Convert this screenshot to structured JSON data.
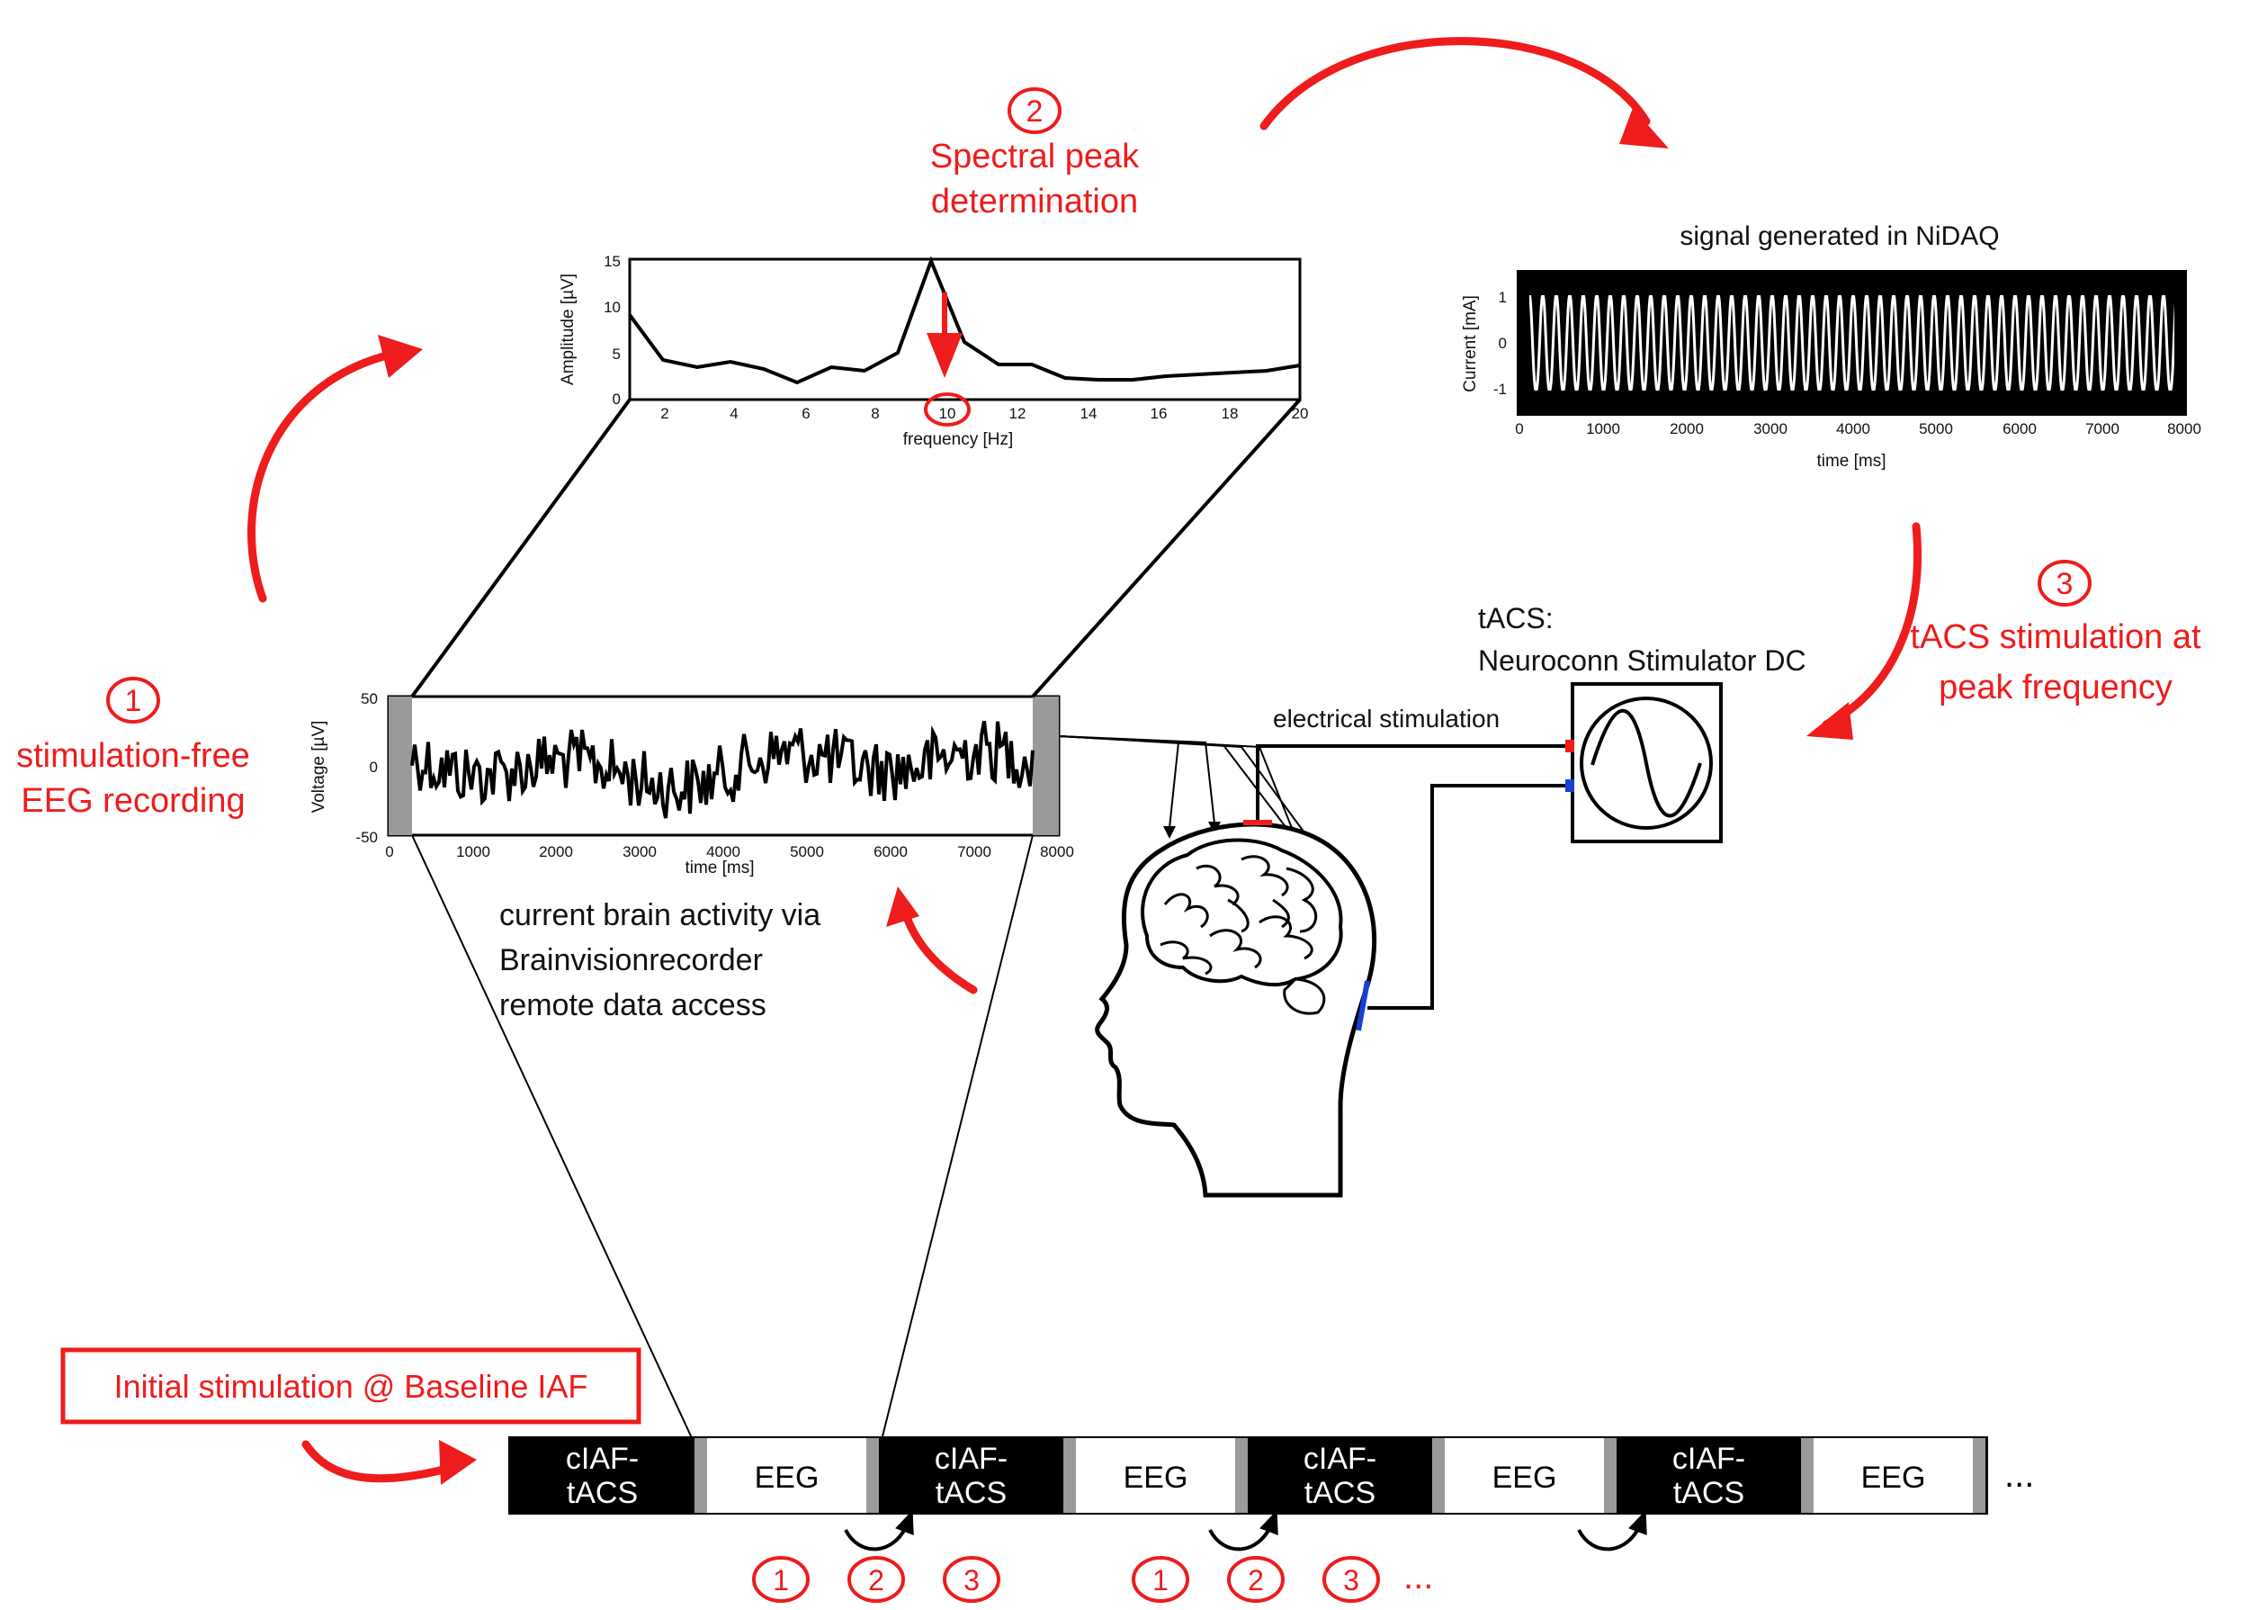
{
  "steps": {
    "step1": {
      "number": "1",
      "line1": "stimulation-free",
      "line2": "EEG recording"
    },
    "step2": {
      "number": "2",
      "line1": "Spectral peak",
      "line2": "determination"
    },
    "step3": {
      "number": "3",
      "line1": "tACS stimulation at",
      "line2": "peak frequency"
    }
  },
  "spectrum": {
    "xlabel": "frequency [Hz]",
    "ylabel": "Amplitude [µV]",
    "xticks": [
      "2",
      "4",
      "6",
      "8",
      "10",
      "12",
      "14",
      "16",
      "18",
      "20"
    ],
    "yticks": [
      "0",
      "5",
      "10",
      "15"
    ]
  },
  "nidaq": {
    "title": "signal generated in NiDAQ",
    "xlabel": "time [ms]",
    "ylabel": "Current [mA]",
    "xticks": [
      "0",
      "1000",
      "2000",
      "3000",
      "4000",
      "5000",
      "6000",
      "7000",
      "8000"
    ],
    "yticks": [
      "-1",
      "0",
      "1"
    ]
  },
  "eeg": {
    "xlabel": "time [ms]",
    "ylabel": "Voltage [µV]",
    "xticks": [
      "0",
      "1000",
      "2000",
      "3000",
      "4000",
      "5000",
      "6000",
      "7000",
      "8000"
    ],
    "yticks": [
      "-50",
      "0",
      "50"
    ]
  },
  "brain_activity": {
    "line1": "current brain activity via",
    "line2": "Brainvisionrecorder",
    "line3": "remote data access"
  },
  "stimulator": {
    "line1": "tACS:",
    "line2": "Neuroconn Stimulator DC"
  },
  "electrical_label": "electrical stimulation",
  "initial_box": "Initial stimulation @ Baseline IAF",
  "timeline": {
    "blocks": [
      {
        "type": "tacs",
        "line1": "cIAF-",
        "line2": "tACS"
      },
      {
        "type": "eeg",
        "label": "EEG"
      },
      {
        "type": "tacs",
        "line1": "cIAF-",
        "line2": "tACS"
      },
      {
        "type": "eeg",
        "label": "EEG"
      },
      {
        "type": "tacs",
        "line1": "cIAF-",
        "line2": "tACS"
      },
      {
        "type": "eeg",
        "label": "EEG"
      },
      {
        "type": "tacs",
        "line1": "cIAF-",
        "line2": "tACS"
      },
      {
        "type": "eeg",
        "label": "EEG"
      }
    ],
    "ellipsis": "...",
    "step_markers": [
      "1",
      "2",
      "3"
    ],
    "trailing_ellipsis": "..."
  },
  "colors": {
    "accent": "#ee1c1c",
    "black": "#000000",
    "electrode_blue": "#1a3fd6",
    "eeg_gray": "#9a9a9a"
  }
}
